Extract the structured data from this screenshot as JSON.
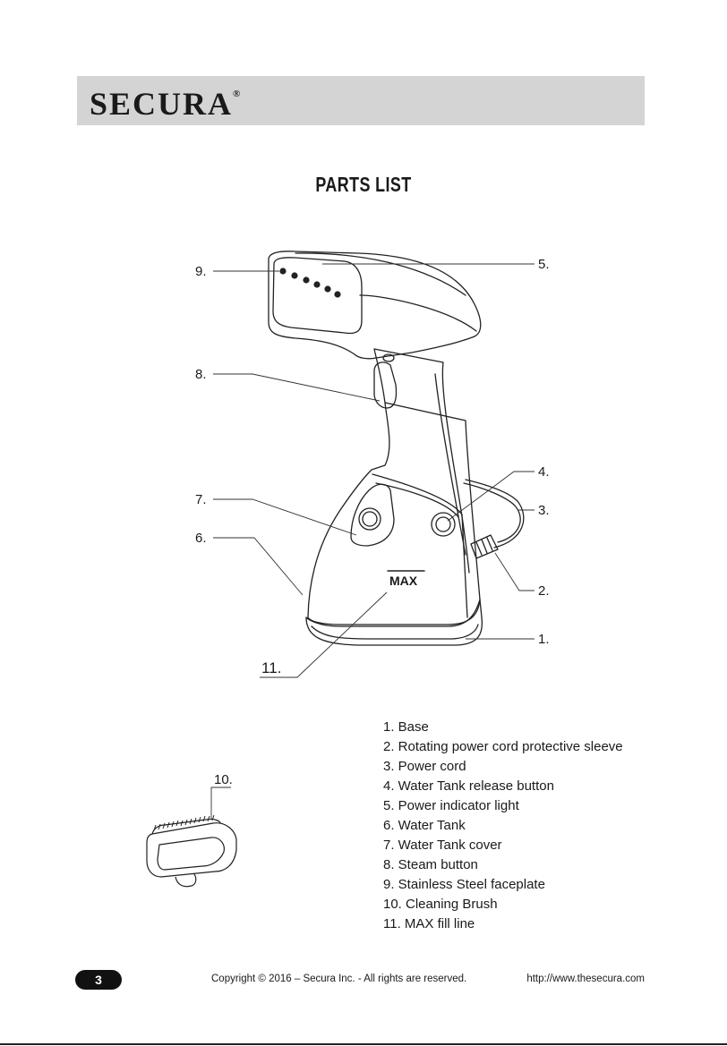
{
  "header": {
    "brand": "SECURA",
    "registered_mark": "®"
  },
  "title": "PARTS LIST",
  "callouts": {
    "c1": "1.",
    "c2": "2.",
    "c3": "3.",
    "c4": "4.",
    "c5": "5.",
    "c6": "6.",
    "c7": "7.",
    "c8": "8.",
    "c9": "9.",
    "c10": "10.",
    "c11": "11.",
    "max_label": "MAX"
  },
  "parts": [
    "1. Base",
    "2. Rotating power cord protective sleeve",
    "3. Power cord",
    "4. Water Tank release button",
    "5. Power indicator light",
    "6. Water Tank",
    "7. Water Tank cover",
    "8. Steam button",
    "9. Stainless Steel faceplate",
    "10. Cleaning Brush",
    "11. MAX fill line"
  ],
  "footer": {
    "page_number": "3",
    "copyright": "Copyright © 2016 – Secura Inc. - All rights are reserved.",
    "url": "http://www.thesecura.com"
  }
}
